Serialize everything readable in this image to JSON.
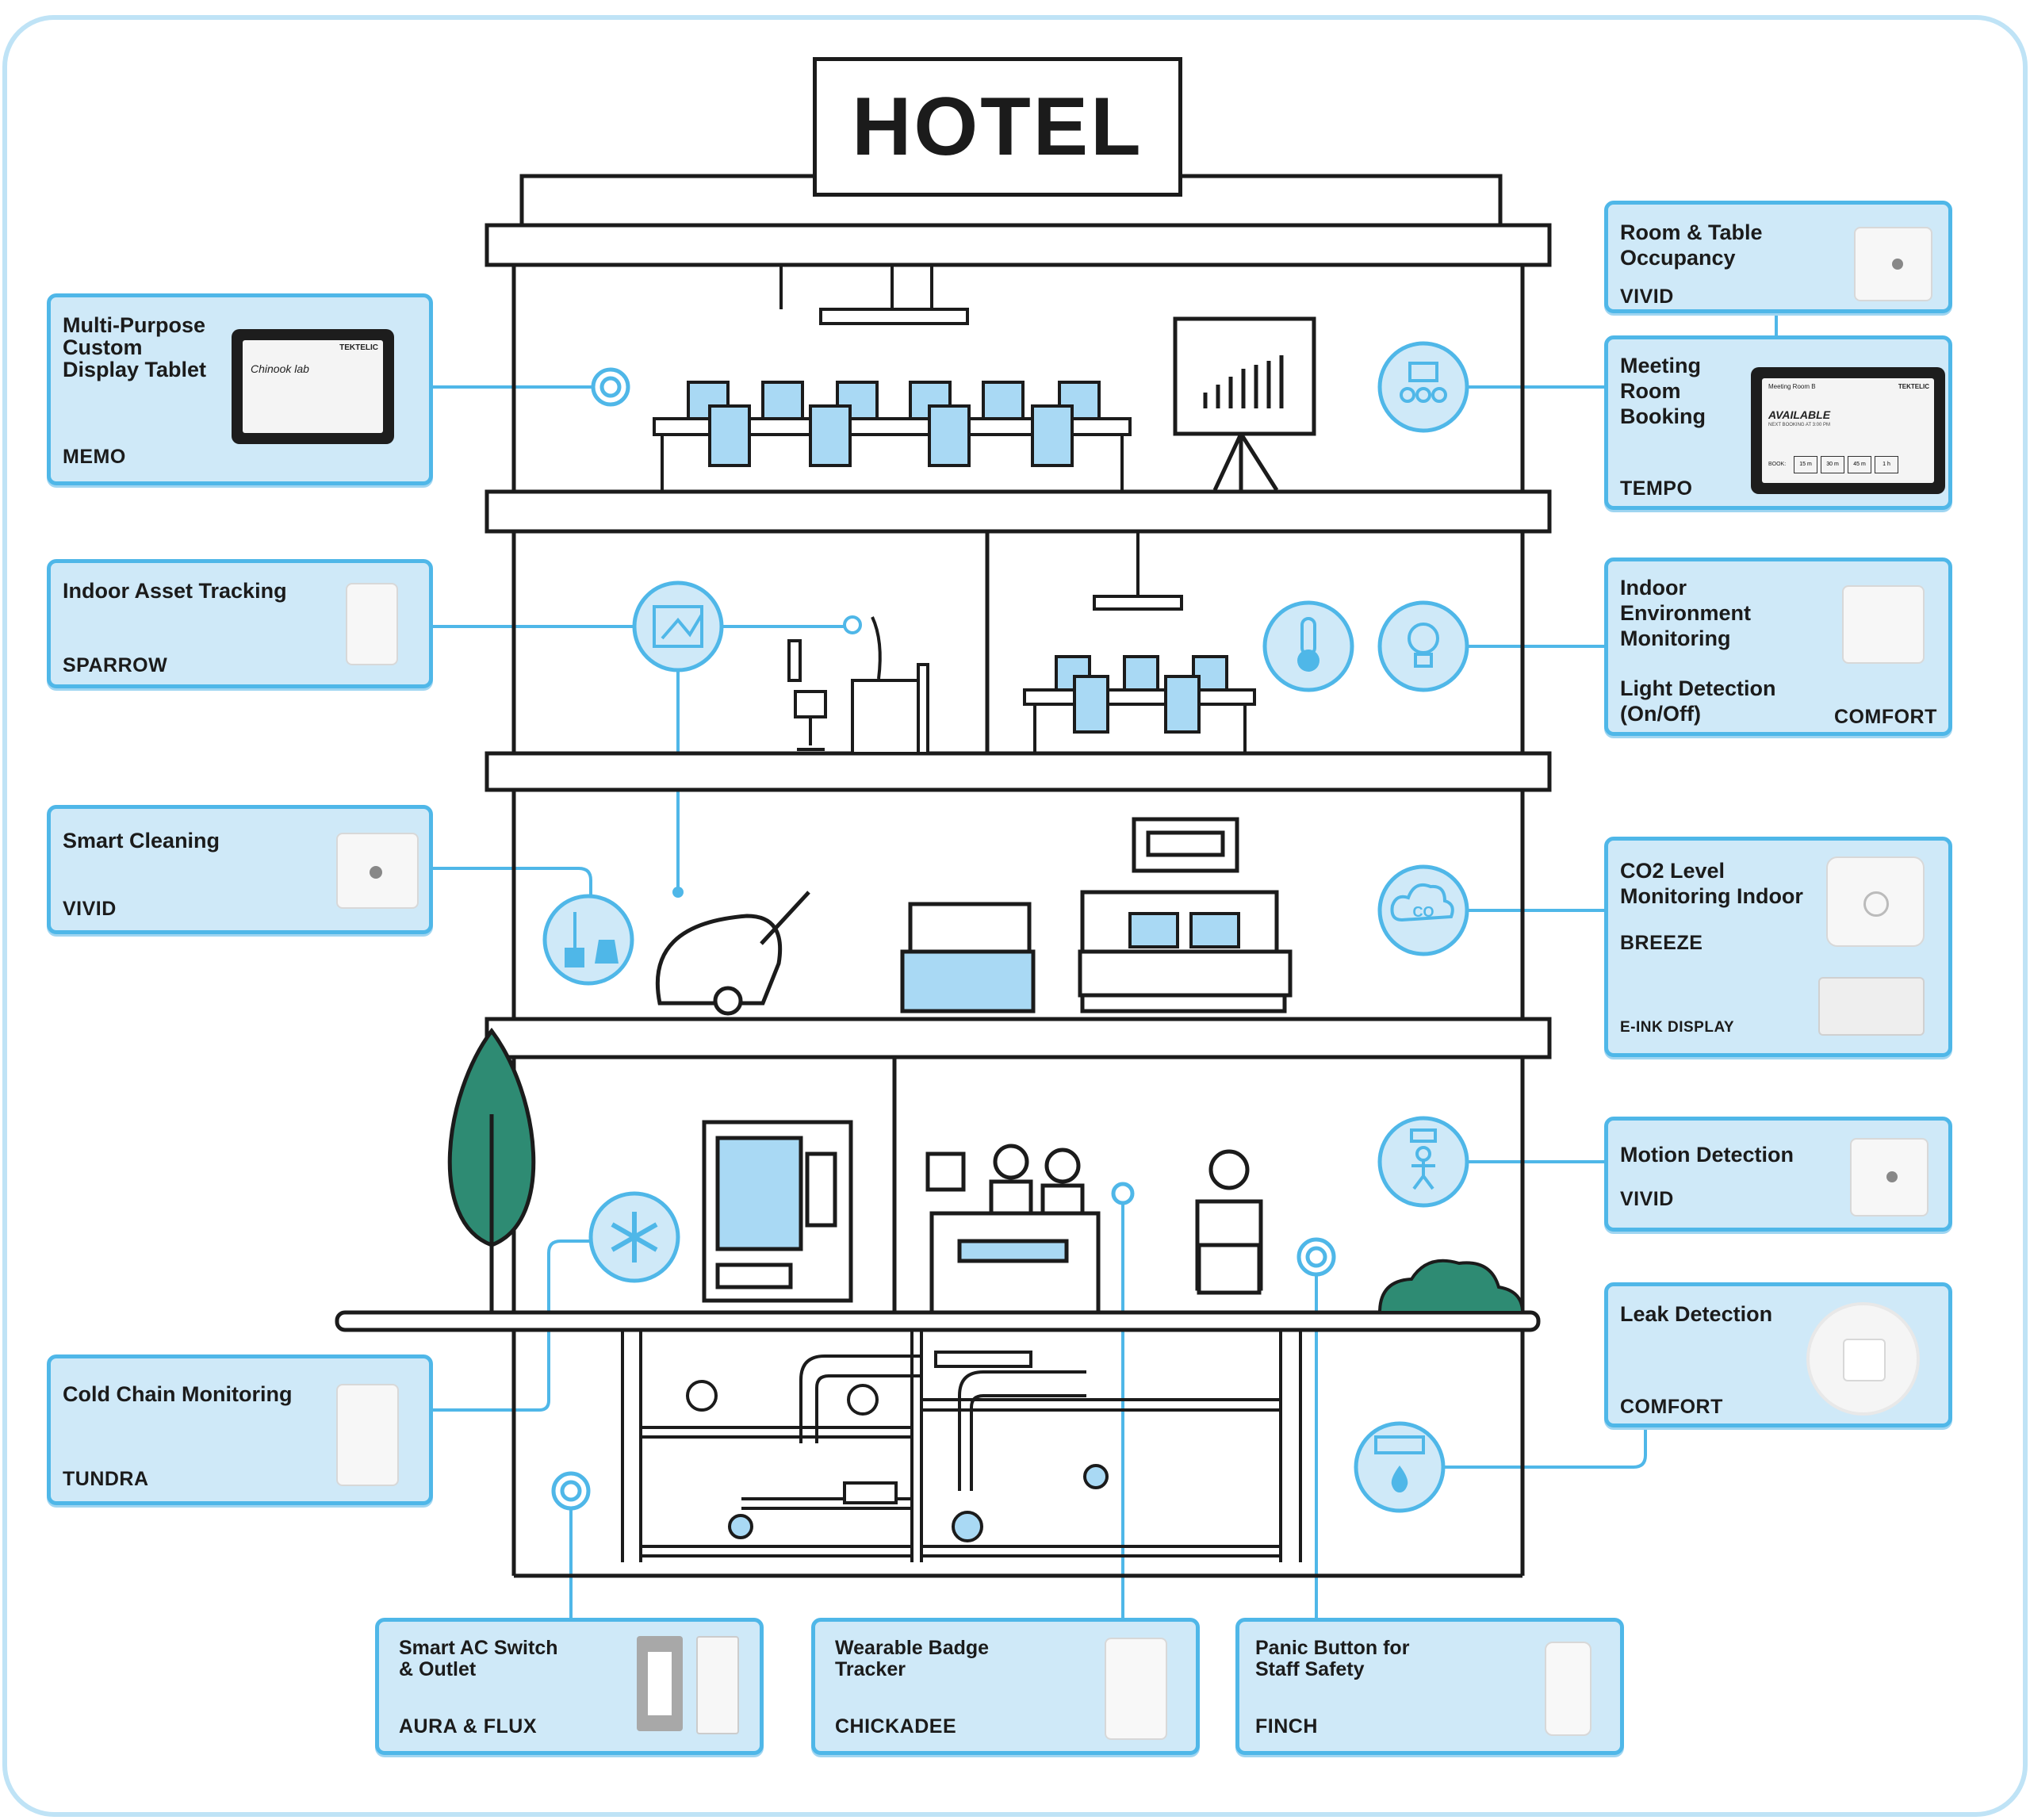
{
  "hotel_sign": "HOTEL",
  "memo_screen": "Chinook lab",
  "memo_brand": "TEKTELIC",
  "tempo_screen": {
    "brand": "TEKTELIC",
    "room": "Meeting Room B",
    "status": "AVAILABLE",
    "sub": "NEXT BOOKING AT 3:00 PM",
    "book": "BOOK:",
    "options": [
      "15 m",
      "30 m",
      "45 m",
      "1 h"
    ]
  },
  "cards": {
    "memo": {
      "title": [
        "Multi-Purpose",
        "Custom",
        "Display Tablet"
      ],
      "product": "MEMO"
    },
    "sparrow": {
      "title": [
        "Indoor Asset Tracking"
      ],
      "product": "SPARROW"
    },
    "cleaning": {
      "title": [
        "Smart Cleaning"
      ],
      "product": "VIVID"
    },
    "cold": {
      "title": [
        "Cold Chain Monitoring"
      ],
      "product": "TUNDRA"
    },
    "occupancy": {
      "title": [
        "Room & Table",
        "Occupancy"
      ],
      "product": "VIVID"
    },
    "booking": {
      "title": [
        "Meeting",
        "Room",
        "Booking"
      ],
      "product": "TEMPO"
    },
    "env": {
      "title": [
        "Indoor",
        "Environment",
        "Monitoring"
      ],
      "title2": [
        "Light Detection",
        "(On/Off)"
      ],
      "product": "COMFORT"
    },
    "co2": {
      "title": [
        "CO2 Level",
        "Monitoring Indoor"
      ],
      "product": "BREEZE",
      "product2": "E-INK DISPLAY"
    },
    "motion": {
      "title": [
        "Motion Detection"
      ],
      "product": "VIVID"
    },
    "leak": {
      "title": [
        "Leak Detection"
      ],
      "product": "COMFORT"
    },
    "ac": {
      "title": [
        "Smart AC Switch",
        "& Outlet"
      ],
      "product": "AURA & FLUX"
    },
    "badge": {
      "title": [
        "Wearable Badge",
        "Tracker"
      ],
      "product": "CHICKADEE"
    },
    "panic": {
      "title": [
        "Panic Button for",
        "Staff Safety"
      ],
      "product": "FINCH"
    }
  },
  "icons": [
    "target-icon",
    "asset-map-icon",
    "cleaning-icon",
    "snowflake-icon",
    "meeting-people-icon",
    "thermometer-icon",
    "light-bulb-icon",
    "co2-cloud-icon",
    "motion-person-icon",
    "leak-pipe-icon"
  ],
  "colors": {
    "accent": "#4fb7e8",
    "card_fill": "#cfe9f8",
    "furniture_blue": "#a9d9f4",
    "tree_green": "#2e8b73",
    "outline": "#1b1b1b"
  }
}
